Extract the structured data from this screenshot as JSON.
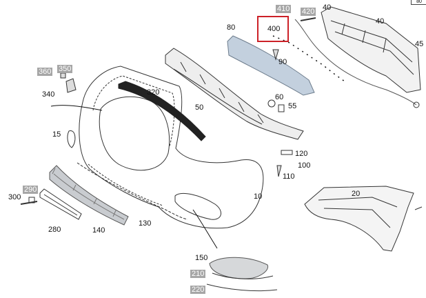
{
  "accent": "#cc2027",
  "callouts": {
    "p10": "10",
    "p15": "15",
    "p20": "20",
    "p40a": "40",
    "p40b": "40",
    "p45": "45",
    "p50": "50",
    "p55": "55",
    "p60": "60",
    "p80": "80",
    "p90": "90",
    "p100": "100",
    "p110": "110",
    "p120": "120",
    "p130": "130",
    "p140": "140",
    "p150": "150",
    "p210": "210",
    "p220": "220",
    "p280": "280",
    "p290": "290",
    "p300": "300",
    "p320": "320",
    "p340": "340",
    "p350": "350",
    "p360": "360",
    "p400": "400",
    "p410": "410",
    "p420": "420"
  },
  "corner_tag": "80"
}
